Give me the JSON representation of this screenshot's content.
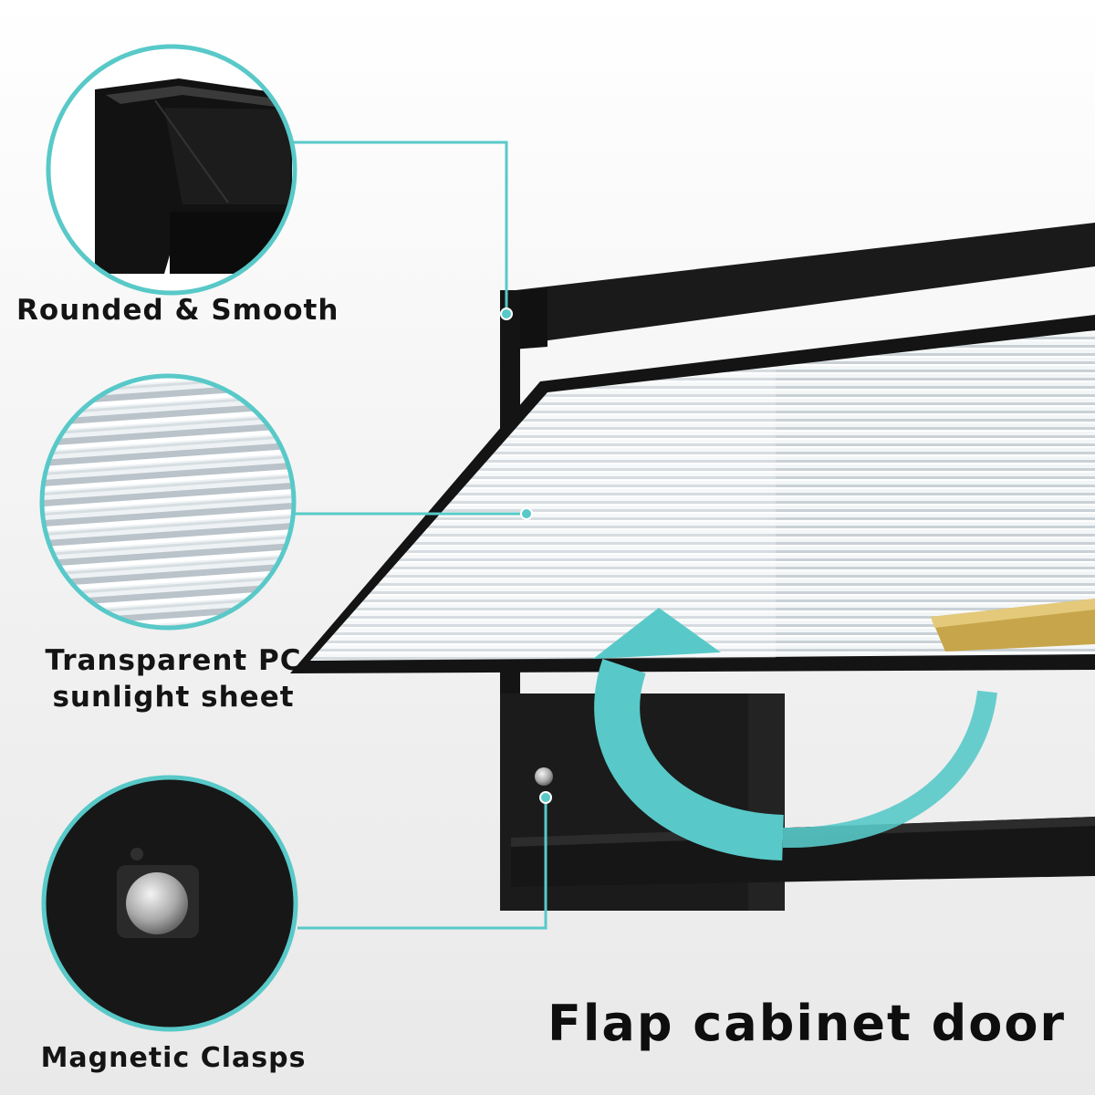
{
  "callouts": {
    "rounded": {
      "label": "Rounded & Smooth"
    },
    "pc_sheet": {
      "line1": "Transparent PC",
      "line2": "sunlight sheet"
    },
    "magnetic": {
      "label": "Magnetic Clasps"
    }
  },
  "headline": "Flap cabinet door",
  "colors": {
    "accent_teal": "#58c9c8",
    "frame_black": "#161616",
    "handle_gold": "#c7a54a"
  },
  "icons": {
    "arrow": "curved-up-arrow-icon"
  }
}
